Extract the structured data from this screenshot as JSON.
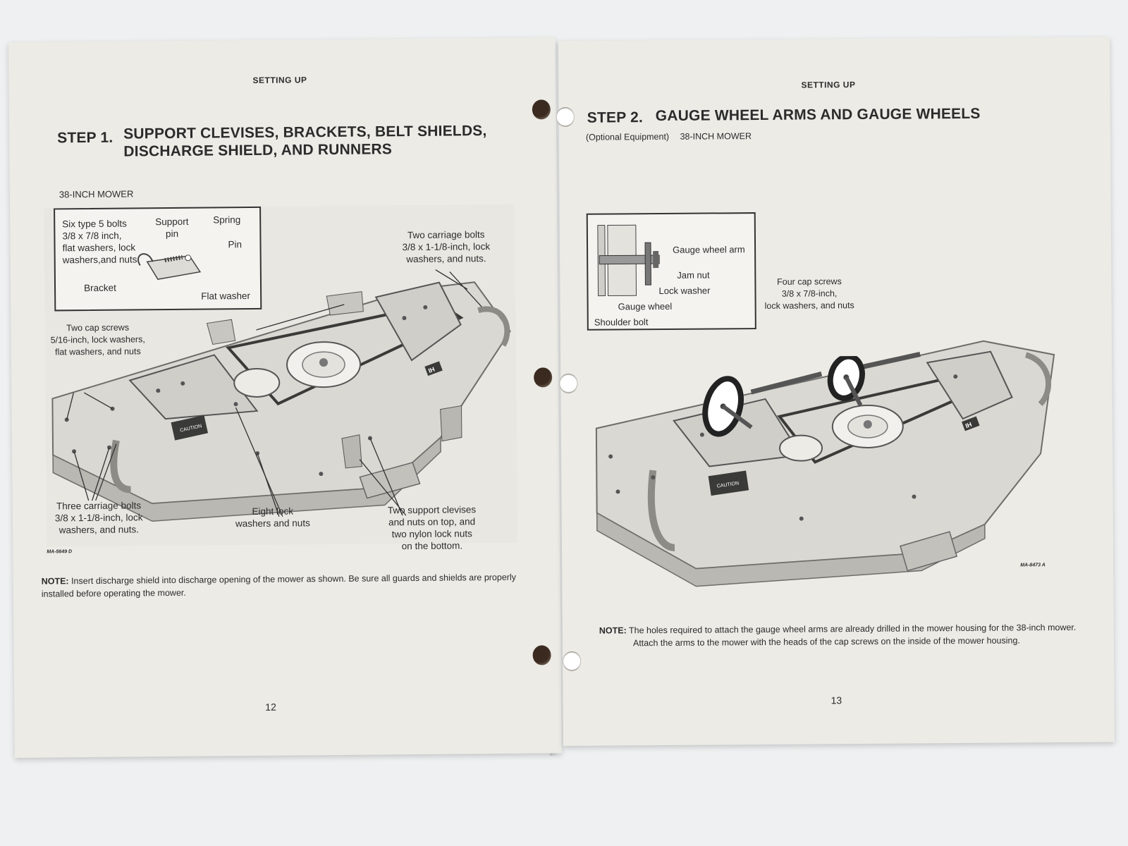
{
  "left_page": {
    "header": "SETTING UP",
    "step_number": "STEP 1.",
    "step_title_line1": "SUPPORT CLEVISES, BRACKETS, BELT SHIELDS,",
    "step_title_line2": "DISCHARGE SHIELD, AND RUNNERS",
    "subheading": "38-INCH MOWER",
    "inset_labels": {
      "bolts": "Six type 5 bolts\n3/8 x 7/8 inch,\nflat washers, lock\nwashers,and nuts",
      "support_pin": "Support\npin",
      "spring": "Spring",
      "pin": "Pin",
      "bracket": "Bracket",
      "flat_washer": "Flat washer"
    },
    "callouts": {
      "carriage_two": "Two carriage bolts\n3/8 x 1-1/8-inch, lock\nwashers, and nuts.",
      "cap_two": "Two cap screws\n5/16-inch, lock washers,\nflat washers, and nuts",
      "carriage_three": "Three carriage bolts\n3/8 x 1-1/8-inch, lock\nwashers, and nuts.",
      "eight_lock": "Eight lock\nwashers and nuts",
      "clevises": "Two support clevises\nand nuts on top, and\ntwo nylon lock nuts\non the bottom."
    },
    "figure_code": "MA-5649 D",
    "note_label": "NOTE:",
    "note_text": "Insert discharge shield into discharge opening of the mower as shown. Be sure all guards and shields are properly installed before operating the mower.",
    "page_number": "12"
  },
  "right_page": {
    "header": "SETTING UP",
    "step_number": "STEP 2.",
    "step_title": "GAUGE WHEEL ARMS AND GAUGE WHEELS",
    "sub_optional": "(Optional Equipment)",
    "sub_mower": "38-INCH MOWER",
    "inset_labels": {
      "gauge_wheel_arm": "Gauge wheel arm",
      "jam_nut": "Jam nut",
      "lock_washer": "Lock washer",
      "gauge_wheel": "Gauge wheel",
      "shoulder_bolt": "Shoulder bolt"
    },
    "callouts": {
      "cap_four": "Four cap screws\n3/8 x 7/8-inch,\nlock washers, and nuts"
    },
    "figure_code": "MA-8473 A",
    "note_label": "NOTE:",
    "note_text": "The holes required to attach the gauge wheel arms are already drilled in the mower housing for the 38-inch mower. Attach the arms to the mower with the heads of the cap screws on the inside of the mower housing.",
    "page_number": "13"
  },
  "decal_text": "CAUTION",
  "logo_text": "IH",
  "colors": {
    "page": "#ecebe6",
    "background": "#eef0f1",
    "ink": "#2b2b2b",
    "hole": "#3a2a20"
  }
}
